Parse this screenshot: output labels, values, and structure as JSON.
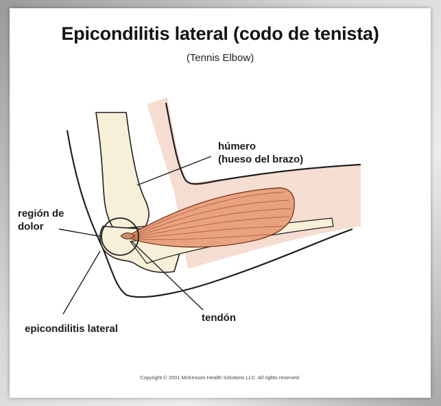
{
  "title": "Epicondilitis lateral (codo de tenista)",
  "subtitle": "(Tennis Elbow)",
  "labels": {
    "humerus_line1": "húmero",
    "humerus_line2": "(hueso del brazo)",
    "pain_line1": "región de",
    "pain_line2": "dolor",
    "tendon": "tendón",
    "lateral_epicondylitis": "epicondilitis lateral"
  },
  "copyright": "Copyright © 2001 McKesson Health Solutions LLC. All rights reserved.",
  "colors": {
    "skin": "#f6ddd2",
    "bone": "#f7f0d8",
    "muscle": "#e9a27f",
    "outline": "#1e1e1e"
  }
}
